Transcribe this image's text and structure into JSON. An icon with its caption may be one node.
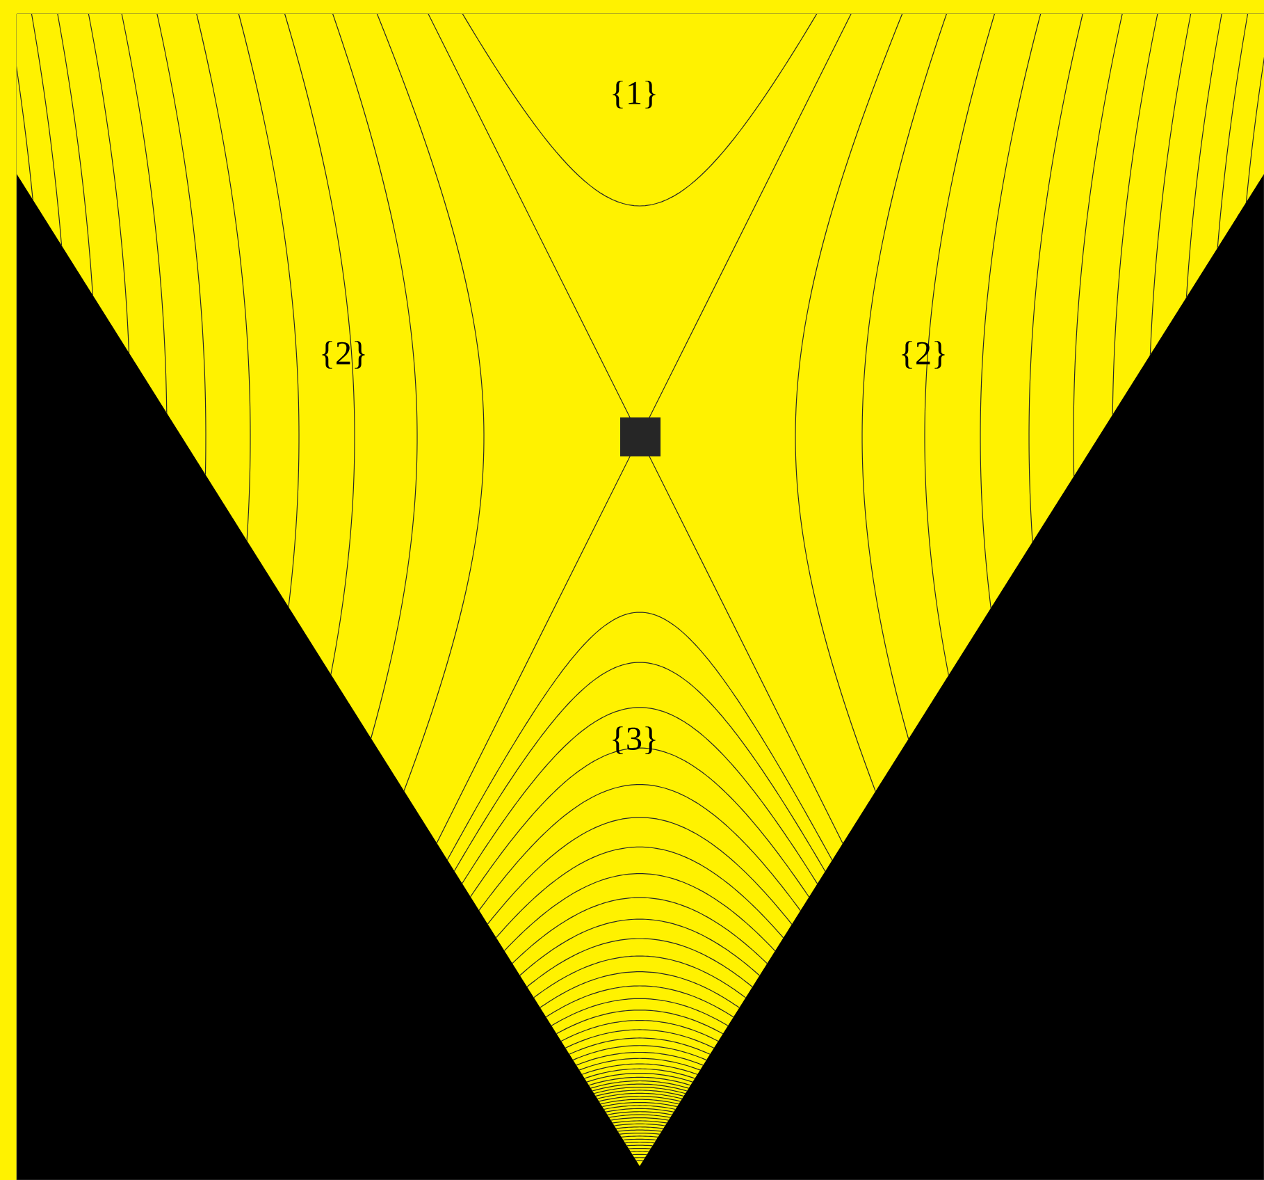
{
  "diagram": {
    "labels": [
      "{1}",
      "{2}",
      "{2}",
      "{3}"
    ]
  }
}
